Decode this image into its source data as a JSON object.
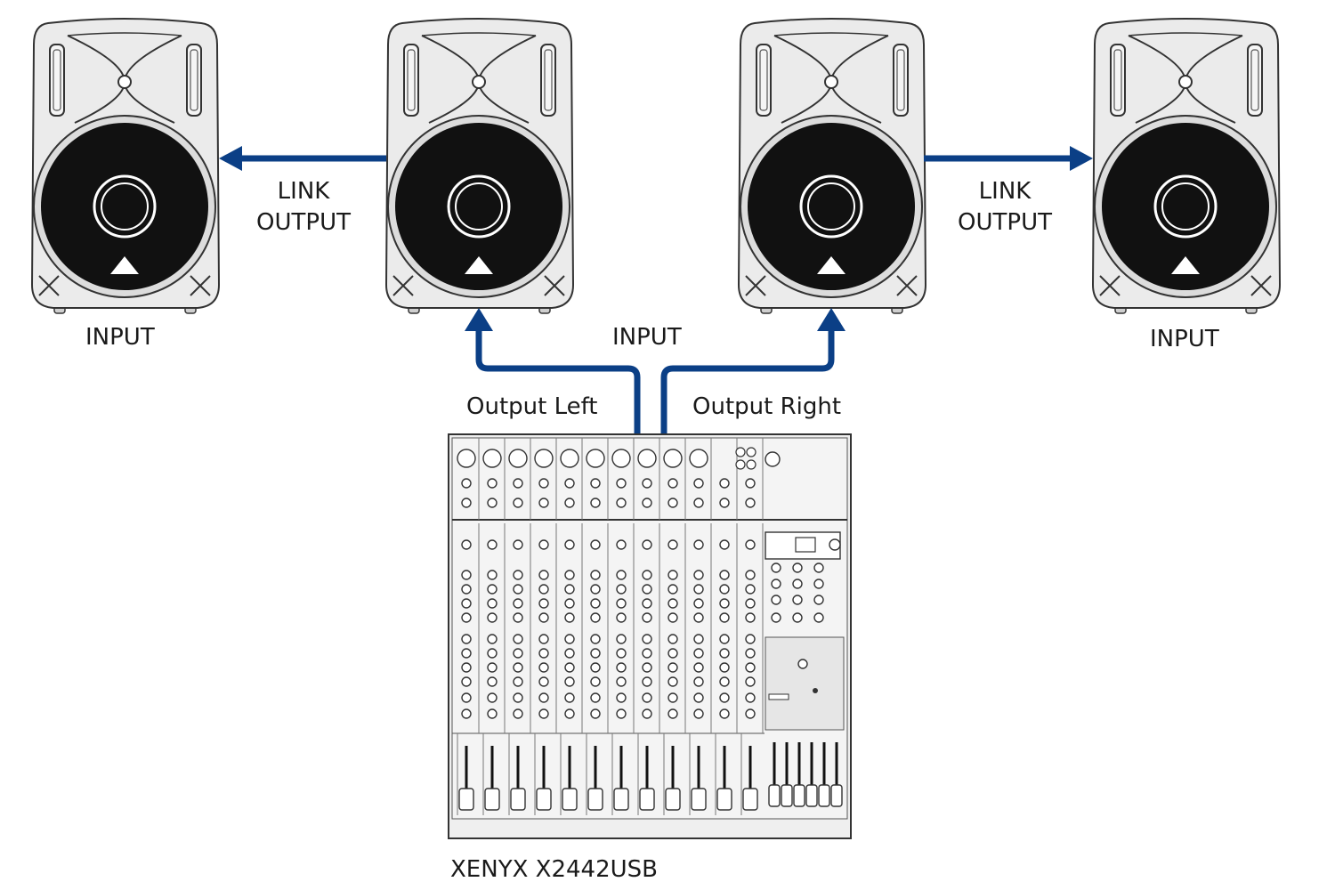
{
  "colors": {
    "cable": "#0b3f86",
    "outline": "#3a3a3a",
    "speaker_body": "#eaeaea",
    "woofer": "#111111",
    "mixer_body": "#ededed"
  },
  "labels": {
    "speaker1_input": "INPUT",
    "speaker4_input": "INPUT",
    "center_input": "INPUT",
    "link_left_line1": "LINK",
    "link_left_line2": "OUTPUT",
    "link_right_line1": "LINK",
    "link_right_line2": "OUTPUT",
    "output_left": "Output Left",
    "output_right": "Output Right",
    "mixer_model": "XENYX X2442USB"
  },
  "icons": {
    "speaker": "pa-speaker-icon",
    "mixer": "mixing-console-icon",
    "arrow": "cable-arrow"
  }
}
